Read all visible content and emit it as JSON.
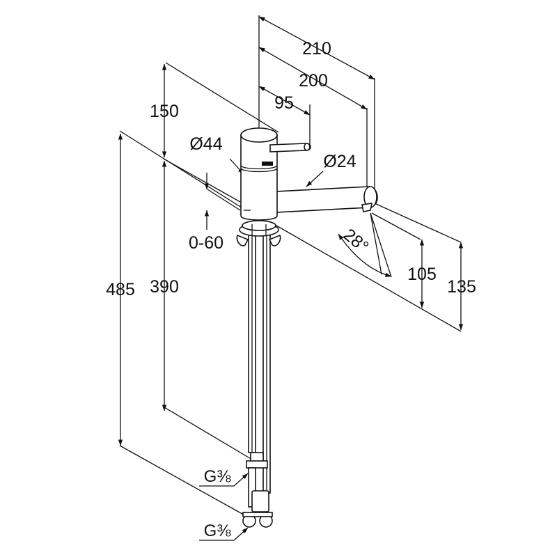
{
  "dimensions": {
    "d210": "210",
    "d200": "200",
    "d95": "95",
    "d150": "150",
    "body_diameter": "Ø44",
    "spout_diameter": "Ø24",
    "adjust_range": "0-60",
    "d485": "485",
    "d390": "390",
    "angle": "28°",
    "d105": "105",
    "d135": "135"
  },
  "connections": {
    "thread_upper": "G⅜",
    "thread_lower": "G⅜"
  }
}
